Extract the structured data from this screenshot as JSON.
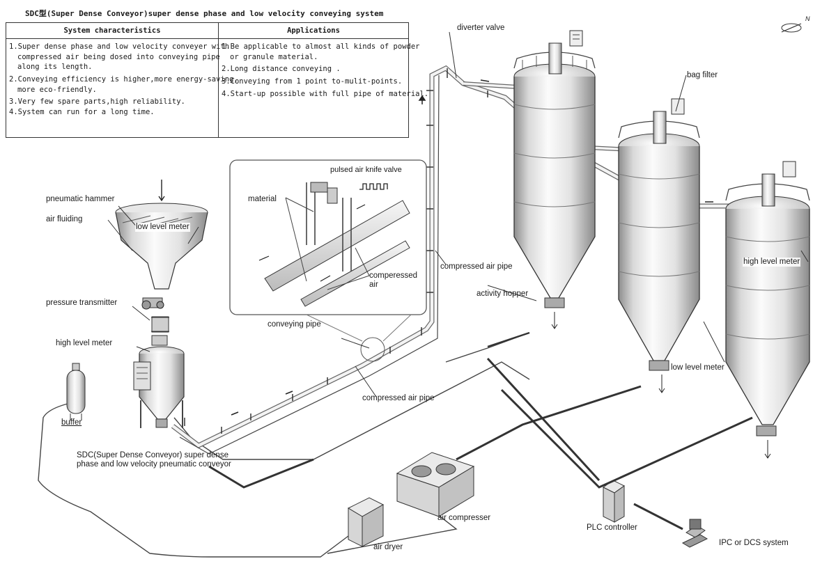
{
  "title": "SDC型(Super Dense Conveyor)super dense phase and low velocity conveying system",
  "table": {
    "headers": [
      "System characteristics",
      "Applications"
    ],
    "characteristics": [
      [
        "1.Super dense phase and low velocity conveyer with",
        "compressed air being dosed into conveying pipe",
        "along its length."
      ],
      [
        "2.Conveying efficiency is higher,more energy-saving,",
        "more eco-friendly."
      ],
      [
        "3.Very few spare parts,high reliability."
      ],
      [
        "4.System can run for a long time."
      ]
    ],
    "applications": [
      [
        "1.Be applicable to almost all kinds of powder",
        "or granule material."
      ],
      [
        "2.Long distance conveying ."
      ],
      [
        "3.Conveying from 1 point to-mulit-points."
      ],
      [
        "4.Start-up possible with full pipe of material."
      ]
    ]
  },
  "labels": {
    "pneumatic_hammer": "pneumatic hammer",
    "air_fluiding": "air fluiding",
    "low_level_meter_feed": "low level meter",
    "pressure_transmitter": "pressure transmitter",
    "high_level_meter_vessel": "high level meter",
    "buffer": "buffer",
    "sdc_caption": [
      "SDC(Super  Dense Conveyor) super dense",
      "phase and low velocity pneumatic conveyor"
    ],
    "material": "material",
    "pulsed_air_knife_valve": "pulsed air knife valve",
    "compressed_air_inset": [
      "comperessed",
      "air"
    ],
    "conveying_pipe": "conveying pipe",
    "compressed_air_pipe_lower": "compressed air pipe",
    "compressed_air_pipe_upper": "compressed air pipe",
    "diverter_valve": "diverter valve",
    "bag_filter": "bag filter",
    "activity_hopper": "activity hopper",
    "high_level_meter_silo": "high level meter",
    "low_level_meter_silo": "low level meter",
    "air_compresser": "air compresser",
    "air_dryer": "air dryer",
    "plc_controller": "PLC controller",
    "ipc_dcs": "IPC or DCS system",
    "north": "N"
  },
  "colors": {
    "line": "#333333",
    "metal_light": "#f4f4f4",
    "metal_dark": "#9a9a9a"
  }
}
